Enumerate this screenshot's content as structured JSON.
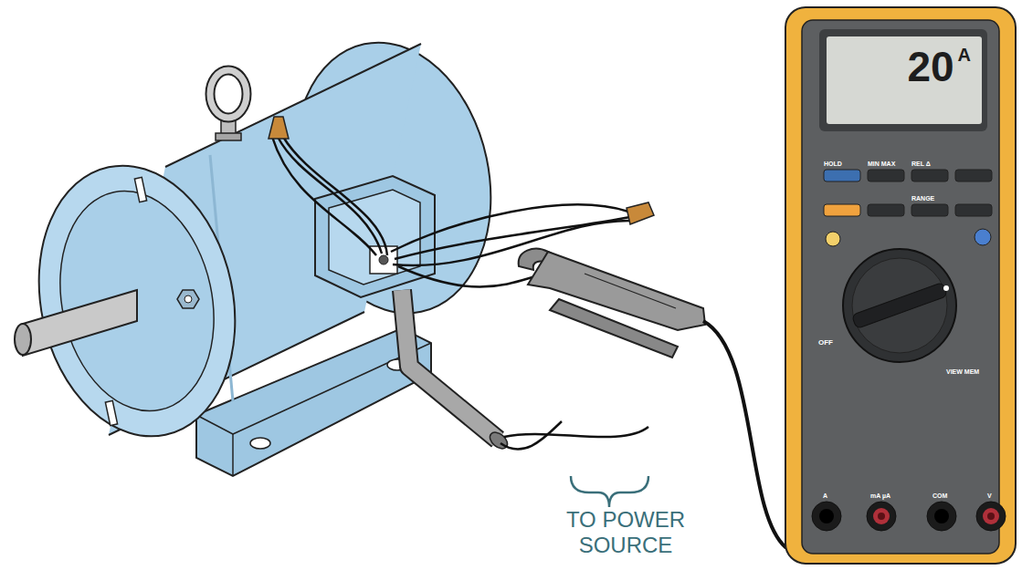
{
  "diagram": {
    "nodes": [
      {
        "text": [
          "20",
          "A"
        ]
      }
    ],
    "labels": [
      "TO POWER SOURCE",
      "HOLD",
      "MIN MAX",
      "REL Δ",
      "RANGE",
      "OFF",
      "VIEW MEM",
      "A",
      "mA µA",
      "COM",
      "V"
    ]
  }
}
